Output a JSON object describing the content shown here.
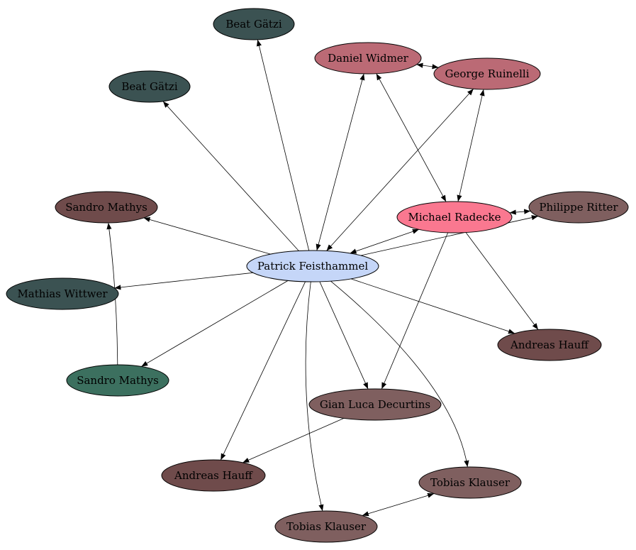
{
  "nodes": [
    {
      "id": "patrick",
      "label": "Patrick Feisthammel",
      "color": "#c5d6f8"
    },
    {
      "id": "beat1",
      "label": "Beat Gätzi",
      "color": "#3b5252"
    },
    {
      "id": "beat2",
      "label": "Beat Gätzi",
      "color": "#3b5252"
    },
    {
      "id": "daniel",
      "label": "Daniel Widmer",
      "color": "#bb6a75"
    },
    {
      "id": "george",
      "label": "George Ruinelli",
      "color": "#bb6a75"
    },
    {
      "id": "michael",
      "label": "Michael Radecke",
      "color": "#fa7890"
    },
    {
      "id": "philippe",
      "label": "Philippe Ritter",
      "color": "#7f5f5f"
    },
    {
      "id": "sandro1",
      "label": "Sandro Mathys",
      "color": "#6f4b4b"
    },
    {
      "id": "mathias",
      "label": "Mathias Wittwer",
      "color": "#3b5252"
    },
    {
      "id": "sandro2",
      "label": "Sandro Mathys",
      "color": "#3c705f"
    },
    {
      "id": "andreas1",
      "label": "Andreas Hauff",
      "color": "#6f4b4b"
    },
    {
      "id": "gian",
      "label": "Gian Luca Decurtins",
      "color": "#7f5f5f"
    },
    {
      "id": "andreas2",
      "label": "Andreas Hauff",
      "color": "#6f4b4b"
    },
    {
      "id": "tobias1",
      "label": "Tobias Klauser",
      "color": "#7f5f5f"
    },
    {
      "id": "tobias2",
      "label": "Tobias Klauser",
      "color": "#7f5f5f"
    }
  ],
  "edges": [
    {
      "from": "patrick",
      "to": "beat1",
      "bidirectional": false
    },
    {
      "from": "patrick",
      "to": "beat2",
      "bidirectional": false
    },
    {
      "from": "patrick",
      "to": "daniel",
      "bidirectional": true
    },
    {
      "from": "patrick",
      "to": "george",
      "bidirectional": true
    },
    {
      "from": "patrick",
      "to": "michael",
      "bidirectional": true
    },
    {
      "from": "patrick",
      "to": "philippe",
      "bidirectional": false
    },
    {
      "from": "patrick",
      "to": "sandro1",
      "bidirectional": false
    },
    {
      "from": "patrick",
      "to": "mathias",
      "bidirectional": false
    },
    {
      "from": "patrick",
      "to": "sandro2",
      "bidirectional": false
    },
    {
      "from": "patrick",
      "to": "andreas1",
      "bidirectional": false
    },
    {
      "from": "patrick",
      "to": "gian",
      "bidirectional": false
    },
    {
      "from": "patrick",
      "to": "andreas2",
      "bidirectional": false
    },
    {
      "from": "patrick",
      "to": "tobias1",
      "bidirectional": false
    },
    {
      "from": "patrick",
      "to": "tobias2",
      "bidirectional": false
    },
    {
      "from": "daniel",
      "to": "george",
      "bidirectional": true
    },
    {
      "from": "daniel",
      "to": "michael",
      "bidirectional": true
    },
    {
      "from": "george",
      "to": "michael",
      "bidirectional": true
    },
    {
      "from": "michael",
      "to": "philippe",
      "bidirectional": true
    },
    {
      "from": "michael",
      "to": "andreas1",
      "bidirectional": false
    },
    {
      "from": "michael",
      "to": "gian",
      "bidirectional": false
    },
    {
      "from": "sandro2",
      "to": "sandro1",
      "bidirectional": false
    },
    {
      "from": "gian",
      "to": "andreas2",
      "bidirectional": false
    },
    {
      "from": "tobias1",
      "to": "tobias2",
      "bidirectional": true
    }
  ]
}
